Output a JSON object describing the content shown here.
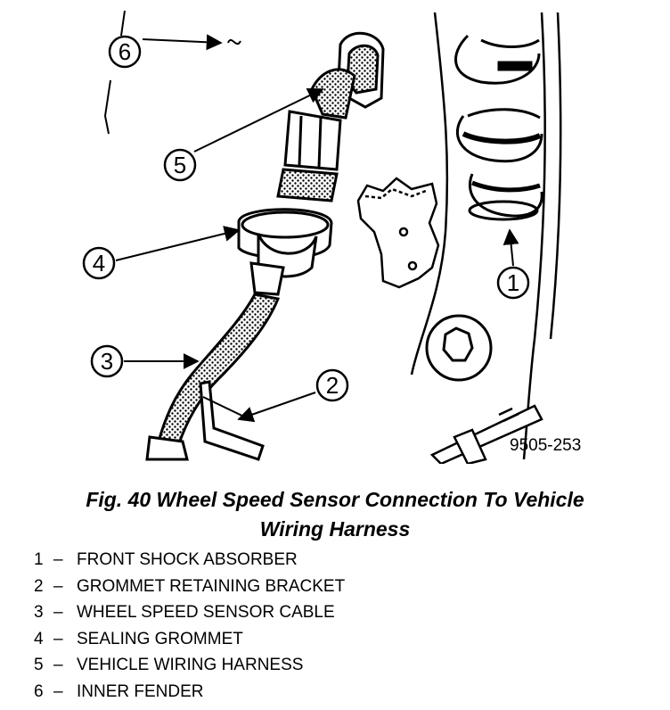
{
  "figure": {
    "id_label": "9505-253",
    "callouts": [
      {
        "num": "1",
        "name": "front-shock-absorber"
      },
      {
        "num": "2",
        "name": "grommet-retaining-bracket"
      },
      {
        "num": "3",
        "name": "wheel-speed-sensor-cable"
      },
      {
        "num": "4",
        "name": "sealing-grommet"
      },
      {
        "num": "5",
        "name": "vehicle-wiring-harness"
      },
      {
        "num": "6",
        "name": "inner-fender"
      }
    ]
  },
  "caption": {
    "line1": "Fig. 40 Wheel Speed Sensor Connection To Vehicle",
    "line2": "Wiring Harness"
  },
  "legend": {
    "separator": "–",
    "items": [
      {
        "num": "1",
        "label": "FRONT SHOCK ABSORBER"
      },
      {
        "num": "2",
        "label": "GROMMET RETAINING BRACKET"
      },
      {
        "num": "3",
        "label": "WHEEL SPEED SENSOR CABLE"
      },
      {
        "num": "4",
        "label": "SEALING GROMMET"
      },
      {
        "num": "5",
        "label": "VEHICLE WIRING HARNESS"
      },
      {
        "num": "6",
        "label": "INNER FENDER"
      }
    ]
  }
}
